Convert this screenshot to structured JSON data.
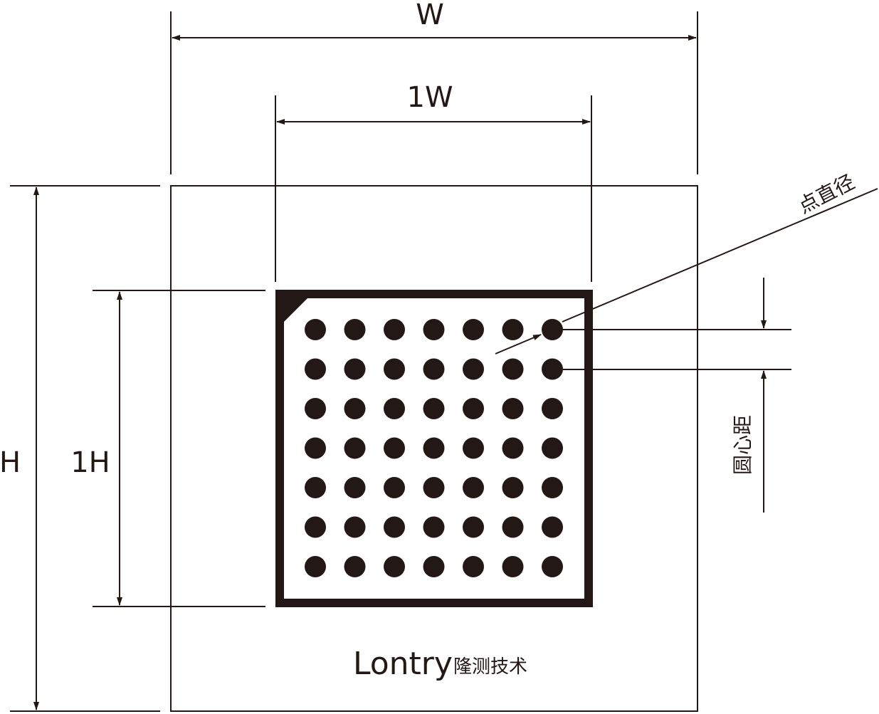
{
  "labels": {
    "outer_width": "W",
    "inner_width": "1W",
    "outer_height": "H",
    "inner_height": "1H",
    "dot_diameter": "点直径",
    "center_distance": "圆心距"
  },
  "logo": {
    "brand": "Lontry",
    "subtitle": "隆测技术"
  },
  "grid": {
    "rows": 7,
    "cols": 7
  },
  "colors": {
    "ink": "#231815"
  }
}
